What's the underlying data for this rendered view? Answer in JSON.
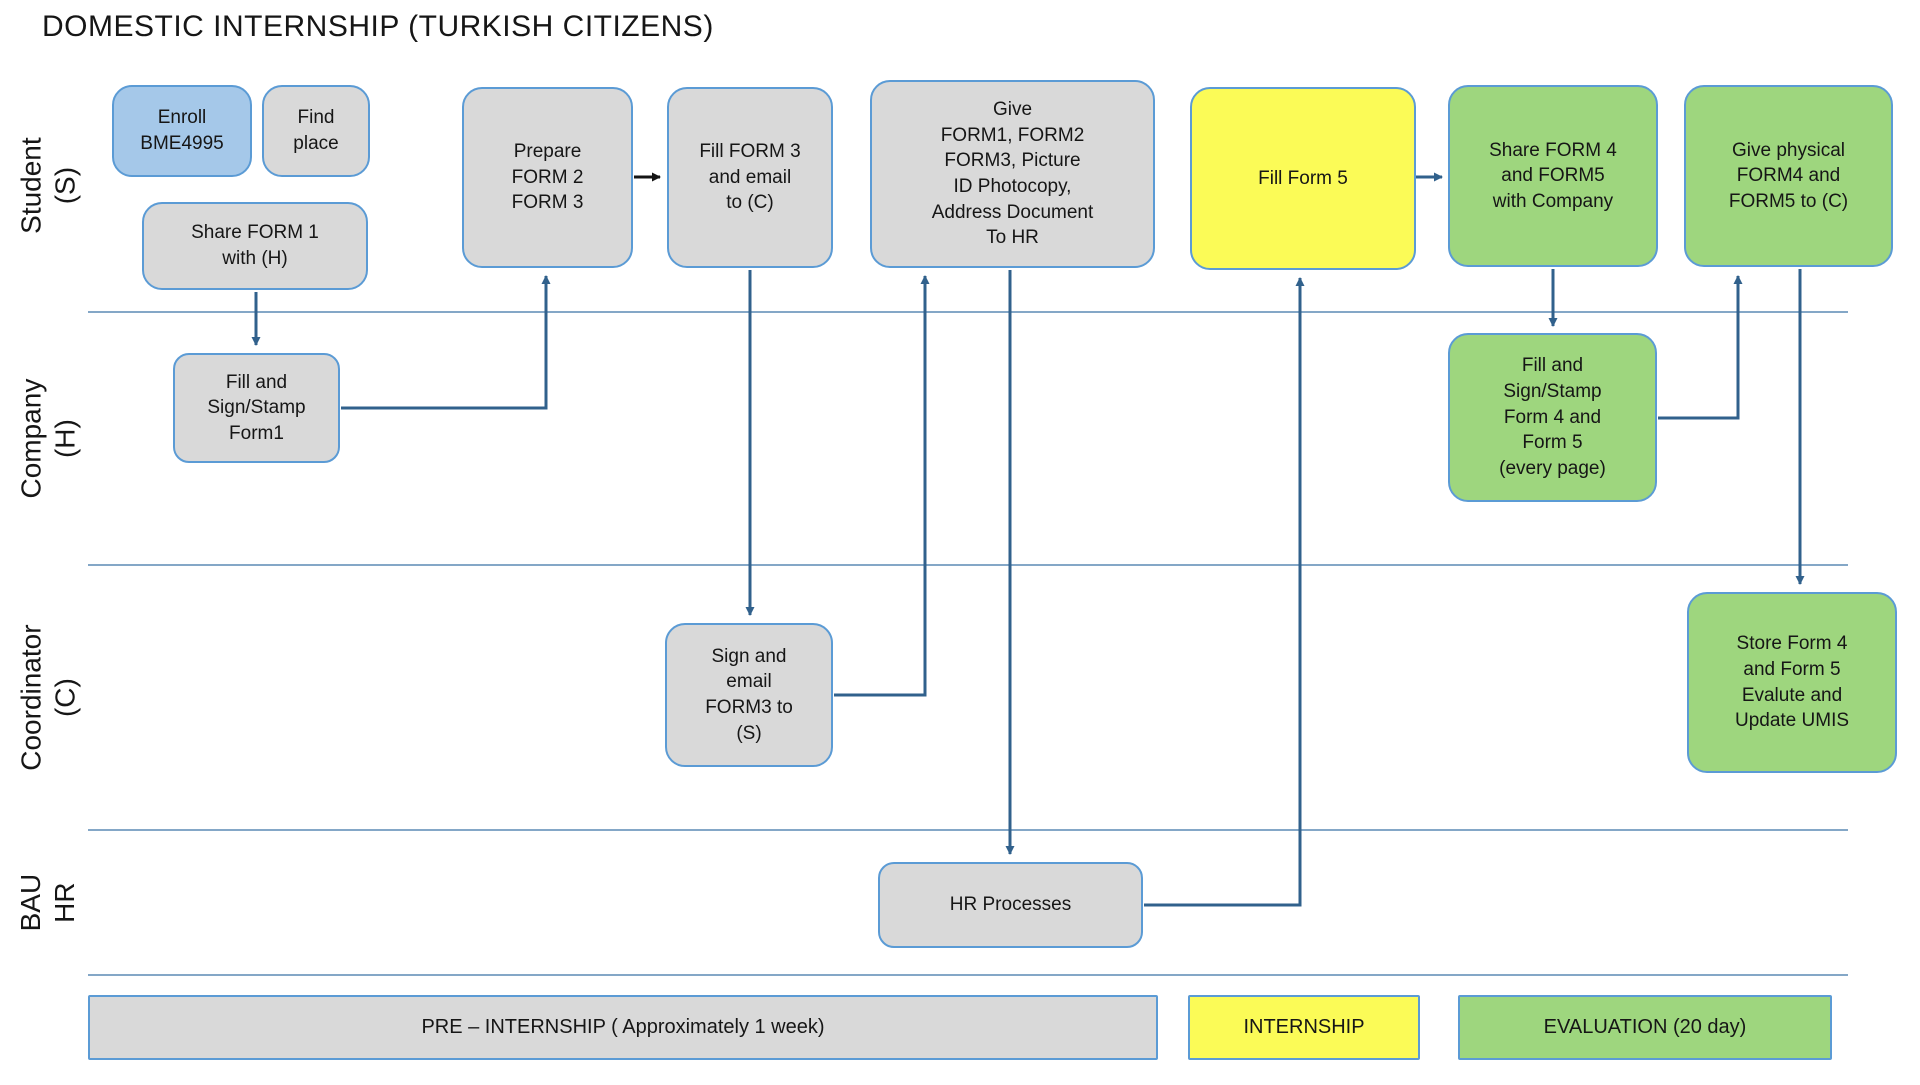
{
  "title": "DOMESTIC INTERNSHIP (TURKISH CITIZENS)",
  "lanes": [
    {
      "label": "Student\n(S)"
    },
    {
      "label": "Company\n(H)"
    },
    {
      "label": "Coordinator\n(C)"
    },
    {
      "label": "BAU\nHR"
    }
  ],
  "nodes": {
    "enroll": "Enroll\nBME4995",
    "find_place": "Find\nplace",
    "share_form1": "Share FORM 1\nwith (H)",
    "prepare_forms": "Prepare\nFORM 2\nFORM 3",
    "fill_form3": "Fill FORM 3\nand email\nto (C)",
    "give_docs": "Give\nFORM1, FORM2\nFORM3, Picture\nID Photocopy,\nAddress Document\nTo HR",
    "fill_form5": "Fill Form 5",
    "share_form45": "Share FORM 4\nand FORM5\nwith Company",
    "give_physical": "Give physical\nFORM4 and\nFORM5 to (C)",
    "company_fill_sign_form1": "Fill and\nSign/Stamp\nForm1",
    "company_fill_sign_form45": "Fill and\nSign/Stamp\nForm 4 and\nForm 5\n(every page)",
    "coordinator_sign_email_form3": "Sign and\nemail\nFORM3 to\n(S)",
    "coordinator_store_form45": "Store Form 4\nand Form 5\nEvalute and\nUpdate UMIS",
    "hr_processes": "HR Processes"
  },
  "timeline": {
    "pre_internship": "PRE – INTERNSHIP ( Approximately 1 week)",
    "internship": "INTERNSHIP",
    "evaluation": "EVALUATION (20 day)"
  },
  "colors": {
    "box_gray": "#D9D9D9",
    "box_blue": "#A5C8E9",
    "box_yellow": "#FBFB57",
    "box_green": "#9ED67E",
    "box_border": "#5B9BD5",
    "connector": "#31618C",
    "connector_black": "#141414",
    "lane_divider": "#84A7C7"
  }
}
